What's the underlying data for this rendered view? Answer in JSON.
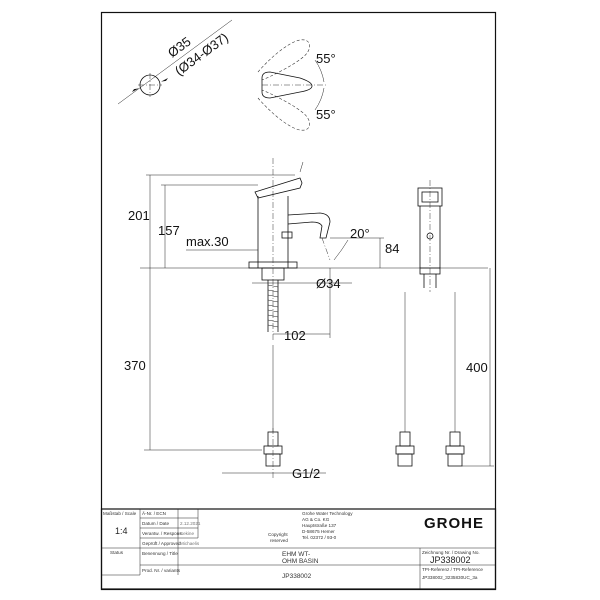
{
  "dimensions": {
    "hole_diameter": "Ø35",
    "hole_range": "(Ø34-Ø37)",
    "angle_upper": "55°",
    "angle_lower": "55°",
    "height_total": "201",
    "height_spout": "157",
    "max_thickness": "max.30",
    "spout_angle": "20°",
    "spout_clearance": "84",
    "base_diameter": "Ø34",
    "projection": "102",
    "hose_length_left": "370",
    "hose_length_right": "400",
    "thread": "G1/2"
  },
  "title_block": {
    "scale_label": "Maßstab / Scale",
    "scale_value": "1:4",
    "change_label": "Ä-Nr. / ECN",
    "date_label": "Datum / Date",
    "date_value": "2.12.2021",
    "responsible_label": "Verantw. / Respons.",
    "responsible_value": "Sekine",
    "approved_label": "Geprüft / Approved",
    "approved_value": "Michaelis",
    "status_label": "Status",
    "title_label": "Benennung / Title",
    "product_label": "Prod. Nr. / variants",
    "company_line1": "Grohe Water Technology",
    "company_line2": "AG & Co. KG",
    "company_line3": "Hauptstraße 137",
    "company_line4": "D-58675 Hemer",
    "company_line5": "Tel. 02372 / 93-0",
    "copyright_line1": "Copyright",
    "copyright_line2": "reserved",
    "brand": "GROHE",
    "drawing_no_label": "Zeichnung Nr. / Drawing No.",
    "drawing_no": "JP338002",
    "title_line1": "EHM WT-",
    "title_line2": "OHM BASIN",
    "product_no": "JP338002",
    "reference_label": "TPI-Referenz / TPI-Reference",
    "reference_value": "JP338002_3235830UC_3a"
  },
  "colors": {
    "ink": "#111111",
    "paper": "#ffffff"
  }
}
